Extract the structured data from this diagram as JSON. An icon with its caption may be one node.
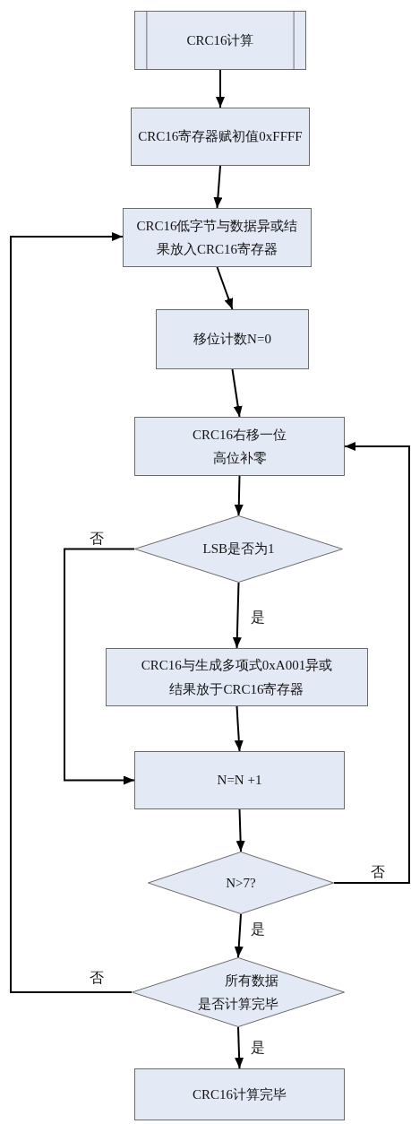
{
  "diagram": {
    "nodes": [
      {
        "text": [
          "CRC16计算"
        ]
      },
      {
        "text": [
          "CRC16寄存器赋初值0xFFFF"
        ]
      },
      {
        "text": [
          "CRC16低字节与数据异或结果放入CRC16寄存器"
        ]
      },
      {
        "text": [
          "移位计数N=0"
        ]
      },
      {
        "text": [
          "CRC16右移一位高位补零"
        ]
      },
      {
        "text": [
          "LSB是否为1"
        ]
      },
      {
        "text": [
          "CRC16与生成多项式0xA001异或结果放于CRC16寄存器"
        ]
      },
      {
        "text": [
          "N=N +1"
        ]
      },
      {
        "text": [
          "N>7?"
        ]
      },
      {
        "text": [
          "所有数据是否计算完毕"
        ]
      },
      {
        "text": [
          "CRC16计算完毕"
        ]
      }
    ],
    "edges": [
      {
        "from": 0,
        "to": 1,
        "arrow": "to"
      },
      {
        "from": 1,
        "to": 2,
        "arrow": "to"
      },
      {
        "from": 2,
        "to": 3,
        "arrow": "to"
      },
      {
        "from": 3,
        "to": 4,
        "arrow": "to"
      },
      {
        "from": 4,
        "to": 5,
        "arrow": "to"
      },
      {
        "from": 5,
        "to": 6,
        "arrow": "to",
        "label": "是"
      },
      {
        "from": 5,
        "to": 7,
        "arrow": "to",
        "label": "否"
      },
      {
        "from": 6,
        "to": 7,
        "arrow": "to"
      },
      {
        "from": 7,
        "to": 8,
        "arrow": "to"
      },
      {
        "from": 8,
        "to": 4,
        "arrow": "to",
        "label": "否"
      },
      {
        "from": 8,
        "to": 9,
        "arrow": "to",
        "label": "是"
      },
      {
        "from": 9,
        "to": 2,
        "arrow": "to",
        "label": "否"
      },
      {
        "from": 9,
        "to": 10,
        "arrow": "to",
        "label": "是"
      }
    ]
  }
}
